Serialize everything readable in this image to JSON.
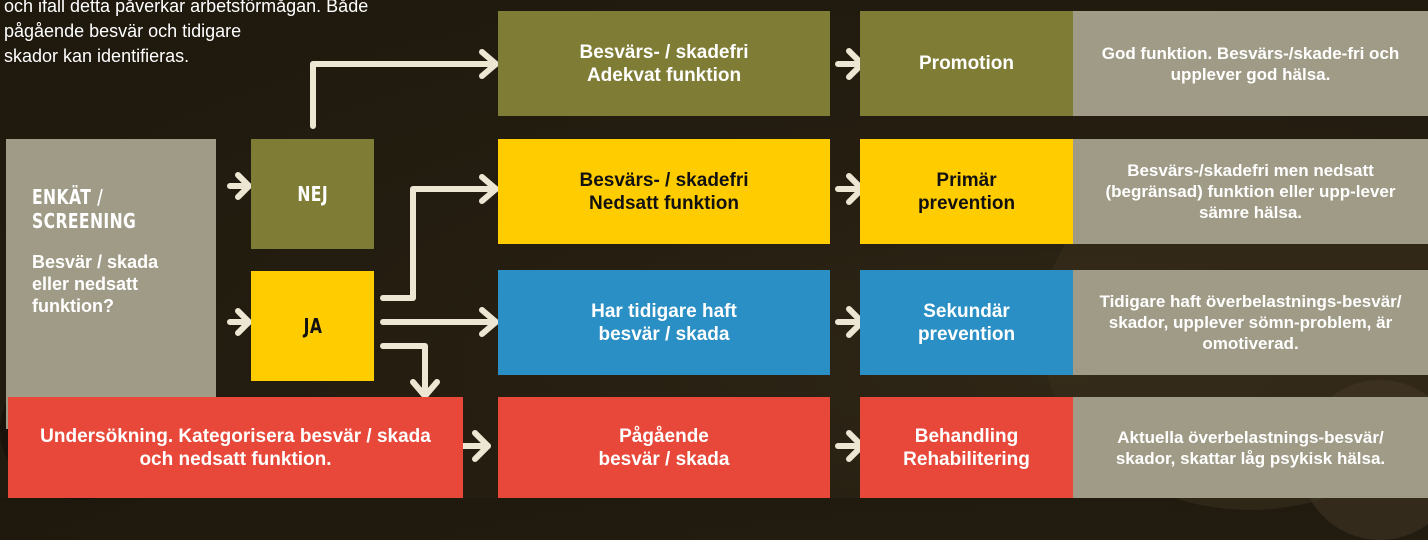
{
  "intro": {
    "line1": "och ifall detta påverkar arbetsförmågan. Både",
    "line2": "pågående besvär och tidigare",
    "line3": "skador kan identifieras."
  },
  "screening": {
    "title_line1": "ENKÄT /",
    "title_line2": "SCREENING",
    "question": "Besvär / skada eller nedsatt funktion?"
  },
  "branches": {
    "nej": "NEJ",
    "ja": "JA"
  },
  "examination": "Undersökning. Kategorisera besvär / skada och nedsatt funktion.",
  "rows": [
    {
      "status": "Besvärs- / skadefri Adekvat funktion",
      "action": "Promotion",
      "description": "God funktion. Besvärs-/skade-fri och upplever god hälsa."
    },
    {
      "status": "Besvärs- / skadefri Nedsatt funktion",
      "action": "Primär prevention",
      "description": "Besvärs-/skadefri men nedsatt (begränsad) funktion eller upp-lever sämre hälsa."
    },
    {
      "status": "Har tidigare haft besvär / skada",
      "action": "Sekundär prevention",
      "description": "Tidigare haft överbelastnings-besvär/ skador, upplever sömn-problem, är omotiverad."
    },
    {
      "status": "Pågående besvär / skada",
      "action": "Behandling Rehabilitering",
      "description": "Aktuella överbelastnings-besvär/ skador, skattar låg psykisk hälsa."
    }
  ],
  "colors": {
    "olive": "#7e7c35",
    "yellow": "#ffcc00",
    "blue": "#2a8fc4",
    "red": "#e8483a",
    "gray": "#a09b86",
    "arrow": "#ece6d2"
  }
}
